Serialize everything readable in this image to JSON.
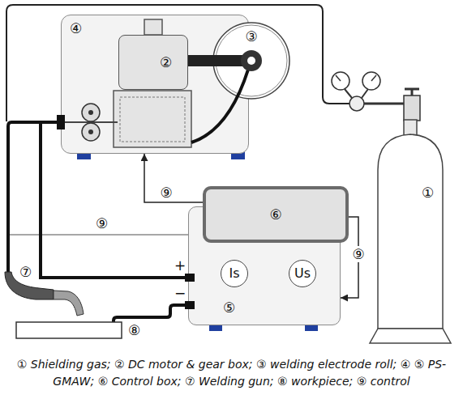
{
  "diagram": {
    "caption": "① Shielding gas; ② DC motor & gear box; ③ welding electrode roll; ④ ⑤ PS-GMAW; ⑥ Control box; ⑦ Welding gun; ⑧ workpiece; ⑨ control",
    "nodes": [
      {
        "text": [
          "④"
        ]
      },
      {
        "text": [
          "②"
        ],
        "in": 0
      },
      {
        "text": [
          "③"
        ]
      },
      {
        "text": [
          "①"
        ]
      },
      {
        "text": [
          "⑤"
        ]
      },
      {
        "text": [
          "Is"
        ],
        "in": 4
      },
      {
        "text": [
          "Us"
        ],
        "in": 4
      },
      {
        "text": [
          "⑥"
        ]
      }
    ],
    "edges": [
      {
        "from": 7,
        "to": 0,
        "arrow": "to",
        "label": "⑨"
      },
      {
        "from": 7,
        "to": 4,
        "arrow": "to",
        "label": "⑨"
      },
      {
        "from": 5,
        "to": 7,
        "arrow": "to"
      },
      {
        "from": 6,
        "to": 7,
        "arrow": "to"
      },
      {
        "from": 4,
        "to": 0,
        "arrow": "none"
      }
    ],
    "labels": [
      "⑦",
      "⑧",
      "⑨",
      "+",
      "−"
    ]
  }
}
